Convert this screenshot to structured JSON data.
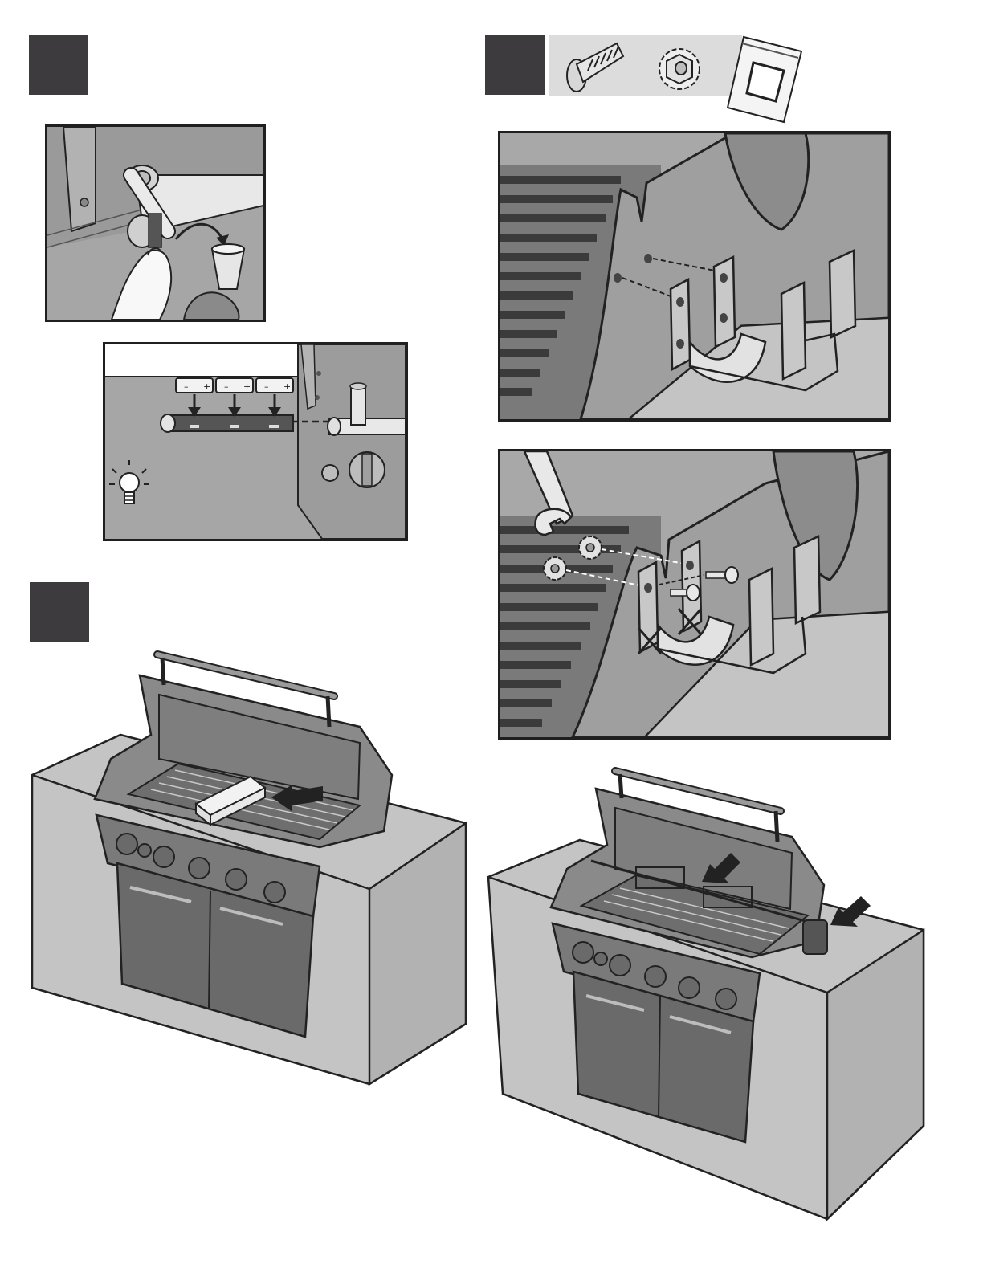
{
  "page": {
    "steps": [
      {
        "id": "battery-step",
        "label": ""
      },
      {
        "id": "warming-rack-step",
        "label": ""
      },
      {
        "id": "rotisserie-bracket-step",
        "label": ""
      }
    ],
    "hardware": {
      "items": [
        "bolt-icon",
        "serrated-nut-icon",
        "hardware-bag-icon"
      ]
    },
    "battery_callouts": [
      "–",
      "+",
      "–",
      "+",
      "–",
      "+"
    ],
    "colors": {
      "step_box": "#3d3b3d",
      "panel_fill": "#a4a4a4",
      "outline": "#1f1f1f",
      "counter": "#c4c4c4"
    }
  }
}
